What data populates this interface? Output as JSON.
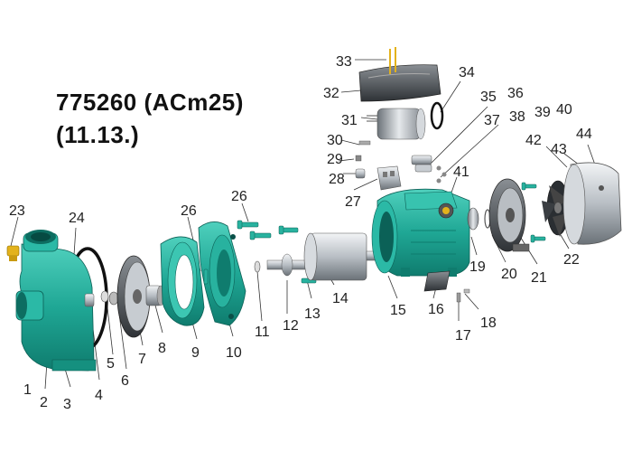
{
  "title": {
    "model": "775260 (ACm25)",
    "date": "(11.13.)"
  },
  "colors": {
    "teal": "#1fa795",
    "teal_dark": "#0f7c6e",
    "metal": "#b8bec4",
    "metal_dark": "#6b7278",
    "brass": "#e3b21c",
    "black": "#111111"
  },
  "labels": [
    "1",
    "2",
    "3",
    "4",
    "5",
    "6",
    "7",
    "8",
    "9",
    "10",
    "11",
    "12",
    "13",
    "14",
    "15",
    "16",
    "17",
    "18",
    "19",
    "20",
    "21",
    "22",
    "23",
    "24",
    "26",
    "26",
    "27",
    "28",
    "29",
    "30",
    "31",
    "32",
    "33",
    "34",
    "35",
    "36",
    "37",
    "38",
    "39",
    "40",
    "41",
    "42",
    "43",
    "44"
  ]
}
